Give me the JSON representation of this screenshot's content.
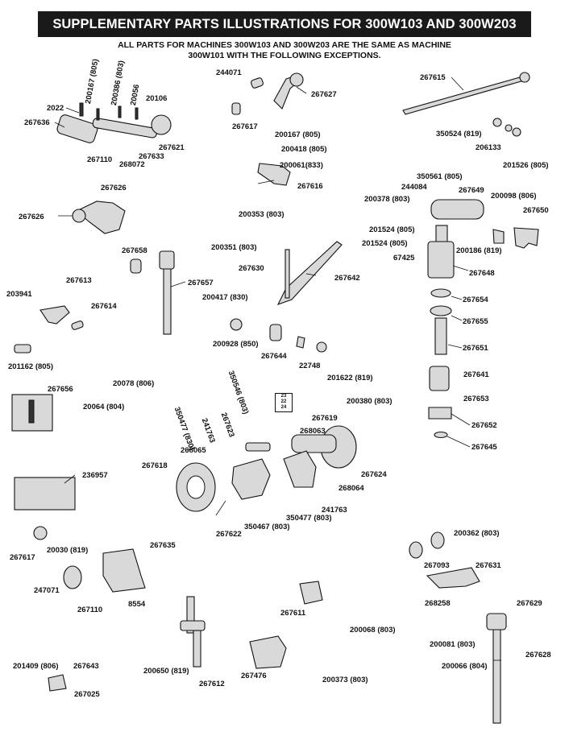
{
  "title": "SUPPLEMENTARY PARTS ILLUSTRATIONS FOR 300W103 AND 300W203",
  "subtitle_line1": "ALL PARTS FOR MACHINES 300W103 AND 300W203 ARE THE SAME AS MACHINE",
  "subtitle_line2": "300W101 WITH THE FOLLOWING EXCEPTIONS.",
  "box_label": "23",
  "box_values": [
    "22",
    "24"
  ],
  "labels": [
    "2022",
    "200167 (805)",
    "200386 (803)",
    "20056",
    "20106",
    "267636",
    "267621",
    "267633",
    "267110",
    "268072",
    "244071",
    "267627",
    "267617",
    "267615",
    "200167 (805)",
    "200418 (805)",
    "200061(833)",
    "267616",
    "350524 (819)",
    "206133",
    "201526 (805)",
    "267626",
    "267626",
    "200353 (803)",
    "350561 (805)",
    "244084",
    "267649",
    "200378 (803)",
    "200098 (806)",
    "267650",
    "201524 (805)",
    "201524 (805)",
    "67425",
    "200186 (819)",
    "267648",
    "267658",
    "200351 (803)",
    "267630",
    "267642",
    "267657",
    "267613",
    "203941",
    "267614",
    "200417 (830)",
    "267654",
    "267655",
    "267651",
    "200928 (850)",
    "267644",
    "22748",
    "201622 (819)",
    "201162 (805)",
    "267641",
    "350546 (803)",
    "200380 (803)",
    "267653",
    "267619",
    "268063",
    "267652",
    "267645",
    "20078 (806)",
    "267656",
    "20064 (804)",
    "350477 (830)",
    "241763",
    "267623",
    "268065",
    "267618",
    "236957",
    "267624",
    "268064",
    "241763",
    "350477 (803)",
    "350467 (803)",
    "267622",
    "200362 (803)",
    "20030 (819)",
    "267635",
    "267617",
    "267093",
    "267631",
    "247071",
    "267110",
    "8554",
    "268258",
    "267629",
    "267611",
    "200068 (803)",
    "200081 (803)",
    "267628",
    "200066 (804)",
    "201409 (806)",
    "267643",
    "200650 (819)",
    "267612",
    "267476",
    "200373 (803)",
    "267025"
  ]
}
